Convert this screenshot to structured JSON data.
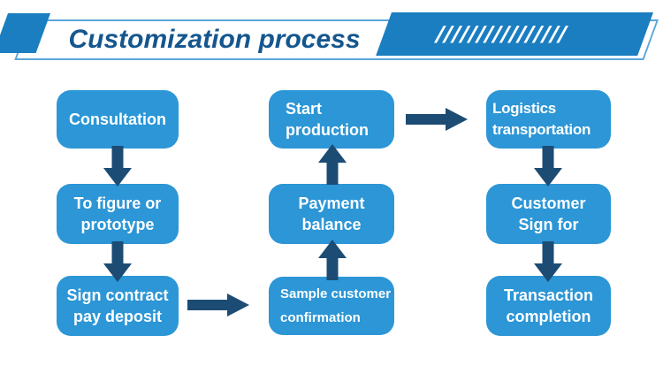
{
  "header": {
    "title": "Customization process",
    "slashes": "////////////////"
  },
  "steps": {
    "consultation": {
      "line1": "Consultation"
    },
    "figure_prototype": {
      "line1": "To figure or",
      "line2": "prototype"
    },
    "sign_contract": {
      "line1": "Sign contract",
      "line2": "pay deposit"
    },
    "sample_confirmation": {
      "line1": "Sample customer",
      "line2": "confirmation"
    },
    "payment_balance": {
      "line1": "Payment",
      "line2": "balance"
    },
    "start_production": {
      "line1": "Start",
      "line2": "production"
    },
    "logistics_transportation": {
      "line1": "Logistics",
      "line2": "transportation"
    },
    "customer_sign": {
      "line1": "Customer",
      "line2": "Sign for"
    },
    "transaction_completion": {
      "line1": "Transaction",
      "line2": "completion"
    }
  },
  "flow_order": [
    "Consultation",
    "To figure or prototype",
    "Sign contract pay deposit",
    "Sample customer confirmation",
    "Payment balance",
    "Start production",
    "Logistics transportation",
    "Customer Sign for",
    "Transaction completion"
  ],
  "colors": {
    "box_blue": "#2C96D6",
    "banner_blue": "#1A7EC1",
    "arrow_navy": "#1C4C74",
    "outline_blue": "#5AA7DA",
    "title_blue": "#15568E"
  }
}
